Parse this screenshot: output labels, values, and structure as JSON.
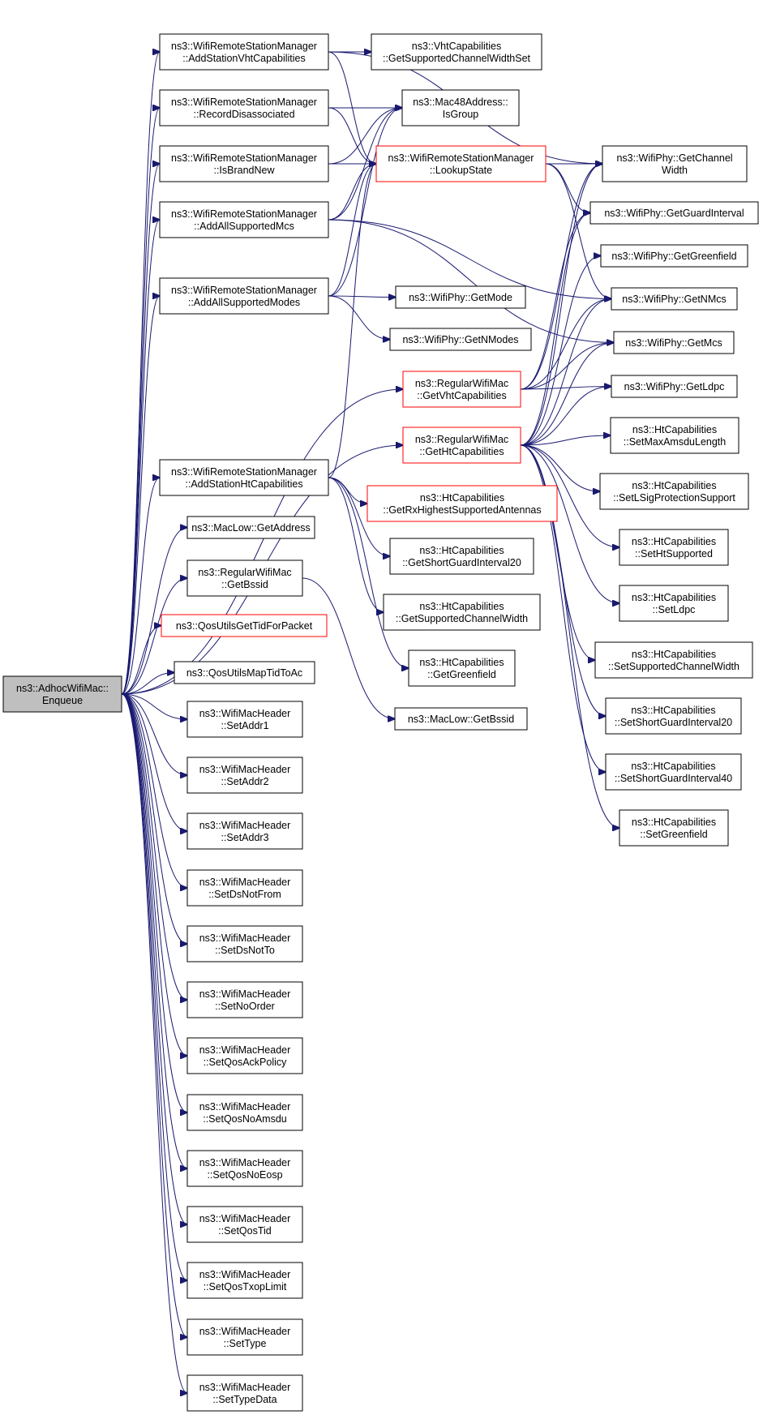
{
  "colors": {
    "edge": "#191970",
    "highlight_border": "#ff0000",
    "root_fill": "#bfbfbf",
    "node_border": "#000000"
  },
  "nodes": {
    "root": "ns3::AdhocWifiMac::\nEnqueue",
    "addStaVht": "ns3::WifiRemoteStationManager\n::AddStationVhtCapabilities",
    "recDisassoc": "ns3::WifiRemoteStationManager\n::RecordDisassociated",
    "isBrandNew": "ns3::WifiRemoteStationManager\n::IsBrandNew",
    "addAllMcs": "ns3::WifiRemoteStationManager\n::AddAllSupportedMcs",
    "addAllModes": "ns3::WifiRemoteStationManager\n::AddAllSupportedModes",
    "addStaHt": "ns3::WifiRemoteStationManager\n::AddStationHtCapabilities",
    "macLowGetAddr": "ns3::MacLow::GetAddress",
    "regGetBssid": "ns3::RegularWifiMac\n::GetBssid",
    "qosTidPkt": "ns3::QosUtilsGetTidForPacket",
    "qosMapTid": "ns3::QosUtilsMapTidToAc",
    "setAddr1": "ns3::WifiMacHeader\n::SetAddr1",
    "setAddr2": "ns3::WifiMacHeader\n::SetAddr2",
    "setAddr3": "ns3::WifiMacHeader\n::SetAddr3",
    "setDsNotFrom": "ns3::WifiMacHeader\n::SetDsNotFrom",
    "setDsNotTo": "ns3::WifiMacHeader\n::SetDsNotTo",
    "setNoOrder": "ns3::WifiMacHeader\n::SetNoOrder",
    "setQosAck": "ns3::WifiMacHeader\n::SetQosAckPolicy",
    "setQosNoAmsdu": "ns3::WifiMacHeader\n::SetQosNoAmsdu",
    "setQosNoEosp": "ns3::WifiMacHeader\n::SetQosNoEosp",
    "setQosTid": "ns3::WifiMacHeader\n::SetQosTid",
    "setQosTxop": "ns3::WifiMacHeader\n::SetQosTxopLimit",
    "setType": "ns3::WifiMacHeader\n::SetType",
    "setTypeData": "ns3::WifiMacHeader\n::SetTypeData",
    "vhtChanWidth": "ns3::VhtCapabilities\n::GetSupportedChannelWidthSet",
    "isGroup": "ns3::Mac48Address::\nIsGroup",
    "lookupState": "ns3::WifiRemoteStationManager\n::LookupState",
    "getMode": "ns3::WifiPhy::GetMode",
    "getNModes": "ns3::WifiPhy::GetNModes",
    "regVht": "ns3::RegularWifiMac\n::GetVhtCapabilities",
    "regHt": "ns3::RegularWifiMac\n::GetHtCapabilities",
    "getRxAnt": "ns3::HtCapabilities\n::GetRxHighestSupportedAntennas",
    "getSgi20": "ns3::HtCapabilities\n::GetShortGuardInterval20",
    "getSupChanW": "ns3::HtCapabilities\n::GetSupportedChannelWidth",
    "getGreen": "ns3::HtCapabilities\n::GetGreenfield",
    "macLowBssid": "ns3::MacLow::GetBssid",
    "phyChanW": "ns3::WifiPhy::GetChannel\nWidth",
    "phyGI": "ns3::WifiPhy::GetGuardInterval",
    "phyGreen": "ns3::WifiPhy::GetGreenfield",
    "phyNMcs": "ns3::WifiPhy::GetNMcs",
    "phyMcs": "ns3::WifiPhy::GetMcs",
    "phyLdpc": "ns3::WifiPhy::GetLdpc",
    "setMaxAmsdu": "ns3::HtCapabilities\n::SetMaxAmsduLength",
    "setLSig": "ns3::HtCapabilities\n::SetLSigProtectionSupport",
    "setHtSup": "ns3::HtCapabilities\n::SetHtSupported",
    "setLdpc": "ns3::HtCapabilities\n::SetLdpc",
    "setSupChanW": "ns3::HtCapabilities\n::SetSupportedChannelWidth",
    "setSgi20": "ns3::HtCapabilities\n::SetShortGuardInterval20",
    "setSgi40": "ns3::HtCapabilities\n::SetShortGuardInterval40",
    "setGreen": "ns3::HtCapabilities\n::SetGreenfield"
  }
}
